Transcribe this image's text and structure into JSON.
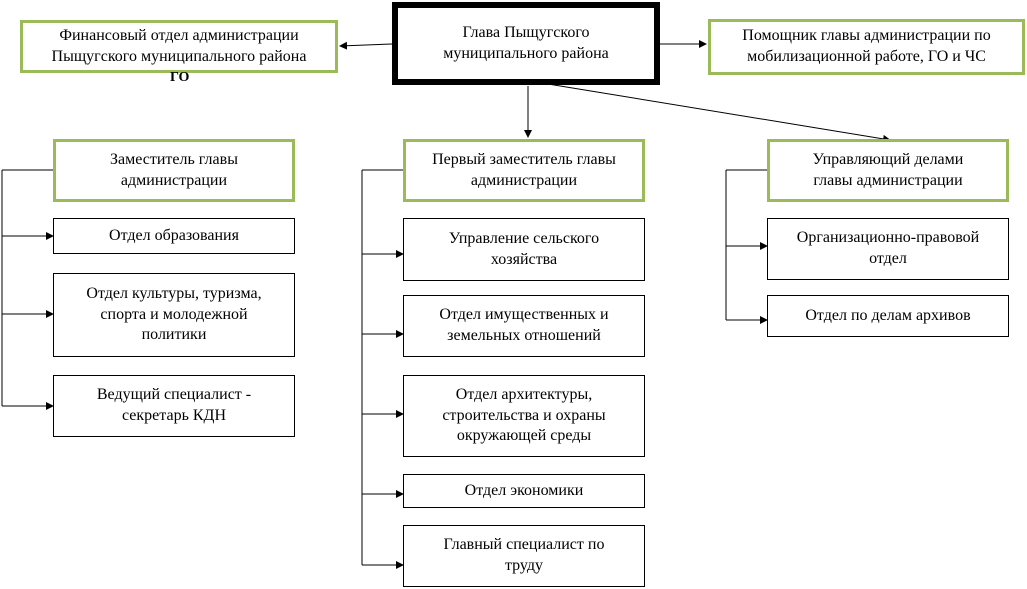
{
  "head": {
    "label": "Глава Пыщугского\nмуниципального района"
  },
  "finance": {
    "label": "Финансовый отдел администрации\nПыщугского  муниципального района",
    "suffix": "ГО"
  },
  "assistant": {
    "label": "Помощник главы администрации по\nмобилизационной работе, ГО и ЧС"
  },
  "left": {
    "title": "Заместитель главы\nадминистрации",
    "items": [
      "Отдел образования",
      "Отдел культуры, туризма,\nспорта и молодежной\nполитики",
      "Ведущий специалист -\nсекретарь КДН"
    ]
  },
  "center": {
    "title": "Первый заместитель главы\nадминистрации",
    "items": [
      "Управление сельского\nхозяйства",
      "Отдел имущественных и\nземельных отношений",
      "Отдел архитектуры,\nстроительства и охраны\nокружающей среды",
      "Отдел экономики",
      "Главный специалист по\nтруду"
    ]
  },
  "right": {
    "title": "Управляющий делами\nглавы администрации",
    "items": [
      "Организационно-правовой\nотдел",
      "Отдел по делам архивов"
    ]
  }
}
